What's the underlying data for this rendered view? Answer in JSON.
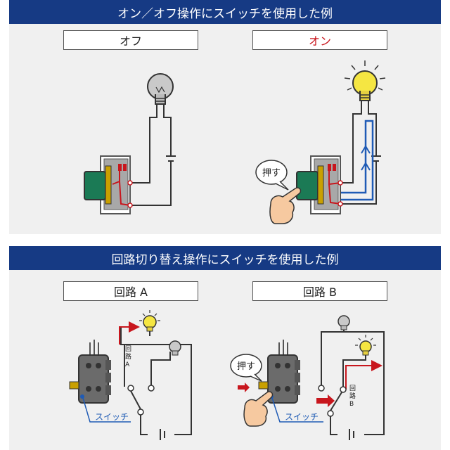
{
  "section1": {
    "title": "オン／オフ操作にスイッチを使用した例",
    "off_label": "オフ",
    "on_label": "オン",
    "push_label": "押す"
  },
  "section2": {
    "title": "回路切り替え操作にスイッチを使用した例",
    "circuit_a_label": "回路 A",
    "circuit_b_label": "回路 B",
    "path_a_tag": [
      "回",
      "路",
      "A"
    ],
    "path_b_tag": [
      "回",
      "路",
      "B"
    ],
    "push_label": "押す",
    "switch_caption_left": "スイッチ",
    "switch_caption_right": "スイッチ"
  },
  "colors": {
    "banner": "#163a84",
    "wire": "#333333",
    "red_wire": "#c8161d",
    "flow": "#1f5bb5",
    "lit_bulb": "#f5e642",
    "off_bulb": "#c9c9c9",
    "switch_green": "#1b7a55",
    "switch_body": "#6b6b6b"
  }
}
